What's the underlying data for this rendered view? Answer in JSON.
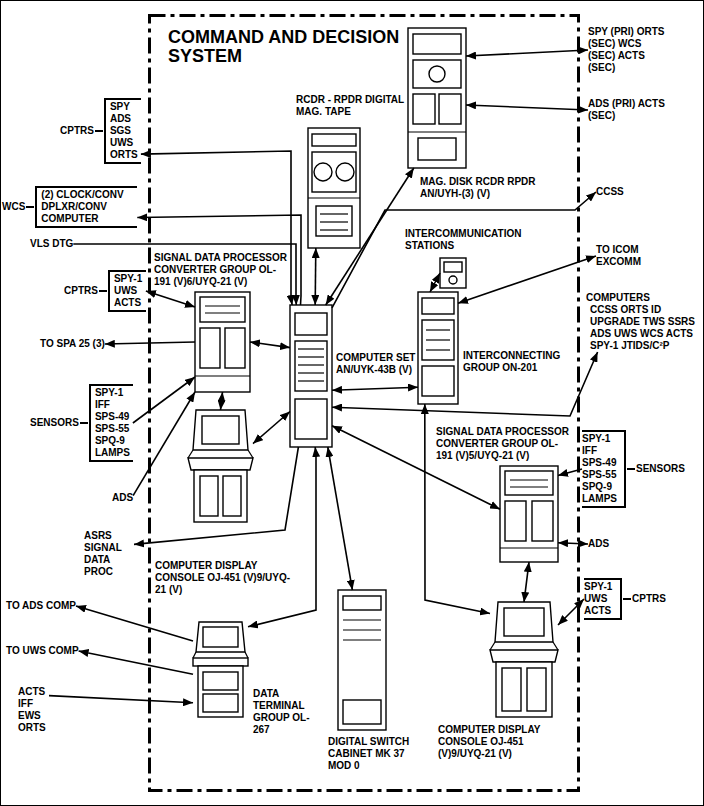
{
  "diagram": {
    "nodes": [
      {
        "text": [
          "COMMAND AND DECISION SYSTEM"
        ]
      },
      {
        "text": [
          "RCDR - RPDR DIGITAL MAG. TAPE"
        ],
        "in": 0
      },
      {
        "text": [
          "MAG. DISK RCDR RPDR AN/UYH-(3) (V)"
        ],
        "in": 0
      },
      {
        "text": [
          "SIGNAL DATA PROCESSOR CONVERTER GROUP OL-191 (V)6/UYQ-21 (V)"
        ],
        "in": 0
      },
      {
        "text": [
          "COMPUTER SET AN/UYK-43B (V)"
        ],
        "in": 0
      },
      {
        "text": [
          "INTERCOMMUNICATION STATIONS"
        ],
        "in": 0
      },
      {
        "text": [
          "INTERCONNECTING GROUP ON-201"
        ],
        "in": 0
      },
      {
        "text": [
          "COMPUTER DISPLAY CONSOLE OJ-451 (V)9/UYQ-21 (V)"
        ],
        "in": 0
      },
      {
        "text": [
          "SIGNAL DATA PROCESSOR CONVERTER GROUP OL-191 (V)5/UYQ-21 (V)"
        ],
        "in": 0
      },
      {
        "text": [
          "DATA TERMINAL GROUP OL-267"
        ],
        "in": 0
      },
      {
        "text": [
          "DIGITAL SWITCH CABINET MK 37 MOD 0"
        ],
        "in": 0
      },
      {
        "text": [
          "COMPUTER DISPLAY CONSOLE OJ-451 (V)9/UYQ-21 (V)"
        ],
        "in": 0
      },
      {
        "text": [
          "CPTRS",
          "SPY ADS SGS UWS ORTS"
        ]
      },
      {
        "text": [
          "WCS",
          "(2) CLOCK/CONV DPLXR/CONV COMPUTER"
        ]
      },
      {
        "text": [
          "VLS DTG"
        ]
      },
      {
        "text": [
          "CPTRS",
          "SPY-1 UWS ACTS"
        ]
      },
      {
        "text": [
          "TO SPA 25 (3)"
        ]
      },
      {
        "text": [
          "SENSORS",
          "SPY-1 IFF SPS-49 SPS-55 SPQ-9 LAMPS"
        ]
      },
      {
        "text": [
          "ADS"
        ]
      },
      {
        "text": [
          "ASRS SIGNAL DATA PROC"
        ]
      },
      {
        "text": [
          "TO ADS COMP"
        ]
      },
      {
        "text": [
          "TO UWS COMP"
        ]
      },
      {
        "text": [
          "ACTS IFF EWS ORTS"
        ]
      },
      {
        "text": [
          "SPY (PRI) ORTS (SEC) WCS (SEC) ACTS (SEC)"
        ]
      },
      {
        "text": [
          "ADS (PRI) ACTS (SEC)"
        ]
      },
      {
        "text": [
          "CCSS"
        ]
      },
      {
        "text": [
          "TO ICOM EXCOMM"
        ]
      },
      {
        "text": [
          "COMPUTERS",
          "CCSS ORTS ID UPGRADE TWS SSRS ADS UWS WCS ACTS SPY-1 JTIDS/C²P"
        ]
      },
      {
        "text": [
          "SPY-1 IFF SPS-49 SPS-55 SPQ-9 LAMPS",
          "SENSORS"
        ]
      },
      {
        "text": [
          "ADS"
        ]
      },
      {
        "text": [
          "SPY-1 UWS ACTS",
          "CPTRS"
        ]
      }
    ],
    "edges": [
      {
        "from": 12,
        "to": 4,
        "arrow": "both"
      },
      {
        "from": 4,
        "to": 13,
        "arrow": "to"
      },
      {
        "from": 14,
        "to": 4,
        "arrow": "to"
      },
      {
        "from": 15,
        "to": 3,
        "arrow": "both"
      },
      {
        "from": 3,
        "to": 16,
        "arrow": "to"
      },
      {
        "from": 17,
        "to": 3,
        "arrow": "to"
      },
      {
        "from": 18,
        "to": 3,
        "arrow": "to"
      },
      {
        "from": 3,
        "to": 7,
        "arrow": "both"
      },
      {
        "from": 3,
        "to": 4,
        "arrow": "both"
      },
      {
        "from": 4,
        "to": 1,
        "arrow": "both"
      },
      {
        "from": 4,
        "to": 2,
        "arrow": "both"
      },
      {
        "from": 2,
        "to": 23,
        "arrow": "both"
      },
      {
        "from": 2,
        "to": 24,
        "arrow": "both"
      },
      {
        "from": 4,
        "to": 25,
        "arrow": "to"
      },
      {
        "from": 6,
        "to": 26,
        "arrow": "both"
      },
      {
        "from": 5,
        "to": 6,
        "arrow": "both"
      },
      {
        "from": 4,
        "to": 27,
        "arrow": "both"
      },
      {
        "from": 4,
        "to": 8,
        "arrow": "both"
      },
      {
        "from": 28,
        "to": 8,
        "arrow": "to"
      },
      {
        "from": 29,
        "to": 8,
        "arrow": "both"
      },
      {
        "from": 8,
        "to": 11,
        "arrow": "both"
      },
      {
        "from": 30,
        "to": 11,
        "arrow": "both"
      },
      {
        "from": 4,
        "to": 6,
        "arrow": "both"
      },
      {
        "from": 6,
        "to": 11,
        "arrow": "both"
      },
      {
        "from": 4,
        "to": 7,
        "arrow": "both"
      },
      {
        "from": 4,
        "to": 19,
        "arrow": "to"
      },
      {
        "from": 9,
        "to": 20,
        "arrow": "to"
      },
      {
        "from": 9,
        "to": 21,
        "arrow": "to"
      },
      {
        "from": 22,
        "to": 9,
        "arrow": "to"
      },
      {
        "from": 9,
        "to": 4,
        "arrow": "both"
      },
      {
        "from": 10,
        "to": 4,
        "arrow": "both"
      }
    ]
  }
}
